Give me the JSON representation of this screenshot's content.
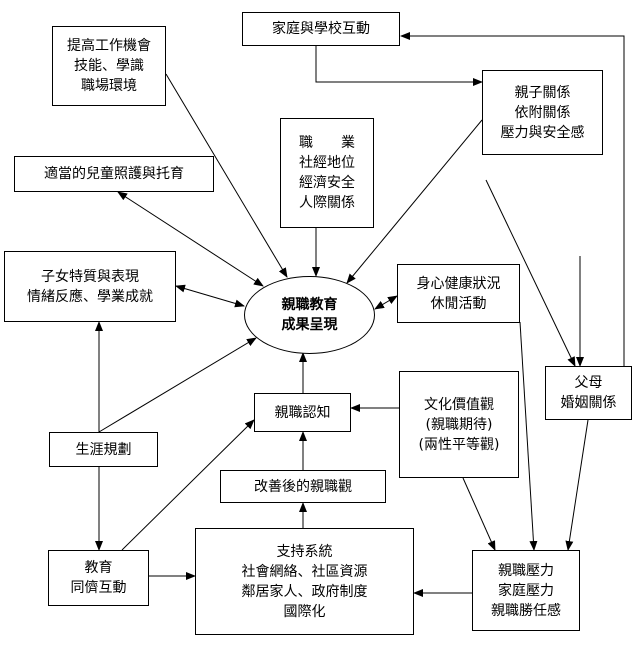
{
  "center": {
    "lines": [
      "親職教育",
      "成果呈現"
    ]
  },
  "boxes": {
    "family_school": {
      "lines": [
        "家庭與學校互動"
      ]
    },
    "work_chance": {
      "lines": [
        "提高工作機會",
        "技能、學識",
        "職場環境"
      ]
    },
    "parent_child": {
      "lines": [
        "親子關係",
        "依附關係",
        "壓力與安全感"
      ]
    },
    "occupation": {
      "lines": [
        "職　　業",
        "社經地位",
        "經濟安全",
        "人際關係"
      ]
    },
    "childcare": {
      "lines": [
        "適當的兒童照護與托育"
      ]
    },
    "child_traits": {
      "lines": [
        "子女特質與表現",
        "情緒反應、學業成就"
      ]
    },
    "health": {
      "lines": [
        "身心健康狀況",
        "休閒活動"
      ]
    },
    "parents": {
      "lines": [
        "父母",
        "婚姻關係"
      ]
    },
    "culture": {
      "lines": [
        "文化價值觀",
        "(親職期待)",
        "(兩性平等觀)"
      ]
    },
    "cognition": {
      "lines": [
        "親職認知"
      ]
    },
    "career": {
      "lines": [
        "生涯規劃"
      ]
    },
    "improved": {
      "lines": [
        "改善後的親職觀"
      ]
    },
    "education": {
      "lines": [
        "教育",
        "同儕互動"
      ]
    },
    "support": {
      "lines": [
        "支持系統",
        "社會網絡、社區資源",
        "鄰居家人、政府制度",
        "國際化"
      ]
    },
    "stress": {
      "lines": [
        "親職壓力",
        "家庭壓力",
        "親職勝任感"
      ]
    }
  }
}
